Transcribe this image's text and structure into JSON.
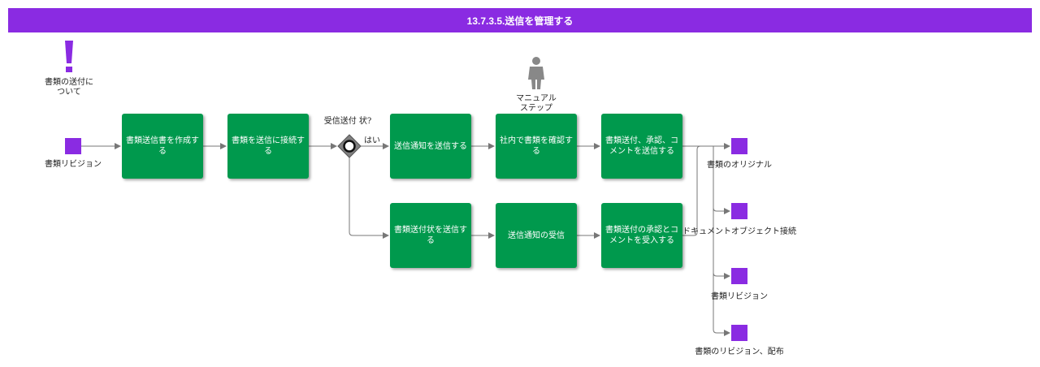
{
  "title": "13.7.3.5.送信を管理する",
  "colors": {
    "header": "#8a2be2",
    "task": "#00994d",
    "artifact": "#8a2be2",
    "gateway": "#808080"
  },
  "note": {
    "icon": "exclamation-icon",
    "line1": "書類の送付に",
    "line2": "ついて"
  },
  "manual_step": {
    "icon": "person-icon",
    "line1": "マニュアル",
    "line2": "ステップ"
  },
  "gateway": {
    "label": "受信送付 状?",
    "yes_label": "はい"
  },
  "start_artifact": {
    "label": "書類リビジョン"
  },
  "tasks": [
    "書類送信書を作成する",
    "書類を送信に接続する",
    "送信通知を送信する",
    "社内で書類を確認する",
    "書類送付、承認、コメントを送信する",
    "書類送付状を送信する",
    "送信通知の受信",
    "書類送付の承認とコメントを受入する"
  ],
  "outputs": [
    "書類のオリジナル",
    "ドキュメントオブジェクト接続",
    "書類リビジョン",
    "書類のリビジョン、配布"
  ]
}
